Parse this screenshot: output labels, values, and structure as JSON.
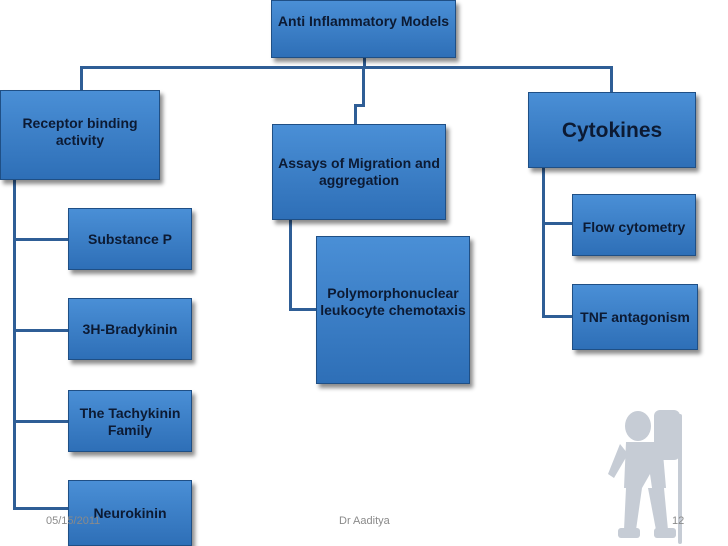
{
  "diagram": {
    "root": "Anti Inflammatory Models",
    "branches": {
      "receptor": {
        "label": "Receptor binding activity",
        "children": [
          "Substance P",
          "3H-Bradykinin",
          "The Tachykinin Family",
          "Neurokinin"
        ]
      },
      "migration": {
        "label": "Assays of Migration and aggregation",
        "children": [
          "Polymorphonuclear leukocyte chemotaxis"
        ]
      },
      "cytokines": {
        "label": "Cytokines",
        "children": [
          "Flow cytometry",
          "TNF antagonism"
        ]
      }
    }
  },
  "footer": {
    "date": "05/15/2011",
    "author": "Dr Aaditya",
    "page": "12"
  },
  "colors": {
    "node_fill": "#3a7bc2",
    "node_border": "#1f4f85",
    "connector": "#2f5e96",
    "text": "#0c1a33"
  }
}
